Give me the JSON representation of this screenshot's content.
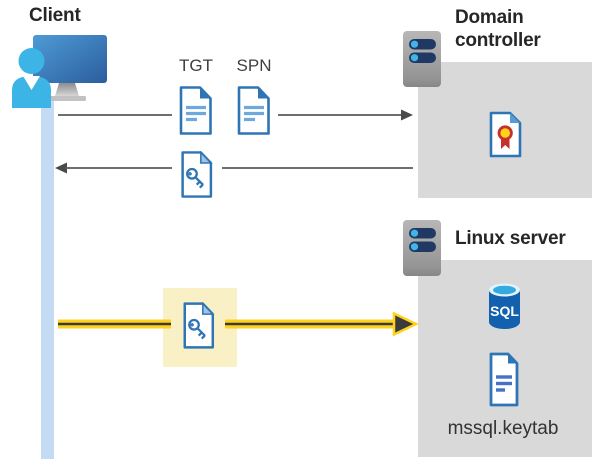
{
  "client": {
    "label": "Client"
  },
  "tickets": {
    "tgt": "TGT",
    "spn": "SPN"
  },
  "domain_controller": {
    "label": "Domain controller"
  },
  "linux_server": {
    "label": "Linux server",
    "sql_label": "SQL",
    "keytab_label": "mssql.keytab"
  },
  "colors": {
    "doc_border_blue": "#2E75B6",
    "doc_line_blue": "#6FA8DC",
    "doc_fold_light": "#9DC3E6",
    "box_gray": "#D9D9D9",
    "arrow_gray": "#5A5A5A",
    "arrow_yellow": "#FFD21C",
    "highlight_cream": "#FAF0C5",
    "timeline_blue": "#C5DBF4",
    "server_navy": "#1F3864",
    "server_led_cyan": "#41B6E6",
    "person_cyan": "#3CB4E5",
    "monitor_blue_dark": "#2B5D9E",
    "sql_body_blue": "#1360AE",
    "sql_top_cyan": "#35AADF",
    "cert_red": "#C3322B",
    "cert_gold": "#FFD21C",
    "keytab_line_blue": "#4472C4"
  }
}
